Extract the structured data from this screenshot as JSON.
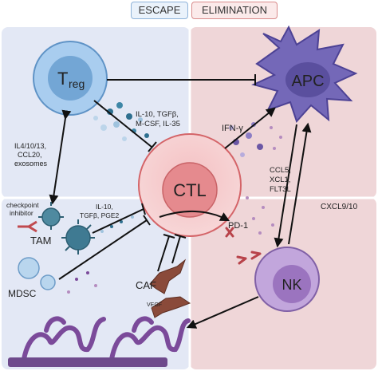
{
  "legend": {
    "escape": "ESCAPE",
    "elimination": "ELIMINATION"
  },
  "colors": {
    "escape_bg": "#e3e8f5",
    "elimination_bg": "#efd6d8",
    "ctl_fill": "#e58a8e",
    "treg_fill": "#7fb3df",
    "apc_fill": "#6a5fb0",
    "nk_fill": "#a07cc0"
  },
  "cells": {
    "treg": {
      "main": "T",
      "sub": "reg"
    },
    "ctl": "CTL",
    "apc": "APC",
    "nk": "NK",
    "tam": "TAM",
    "mdsc": "MDSC",
    "caf": "CAF"
  },
  "labels": {
    "treg_cytokines": [
      "IL-10, TGFβ,",
      "M-CSF, IL-35"
    ],
    "ifn": "IFN-γ",
    "chemokines": [
      "CCL5,",
      "XCL1,",
      "FLT3L"
    ],
    "cxcl": "CXCL9/10",
    "tam_recruit": [
      "IL4/10/13,",
      "CCL20,",
      "exosomes"
    ],
    "checkpoint": [
      "checkpoint",
      "inhibitor"
    ],
    "tam_cytokines": [
      "IL-10,",
      "TGFβ, PGE2"
    ],
    "pd1": "PD-1",
    "vegf": "VEGF"
  }
}
